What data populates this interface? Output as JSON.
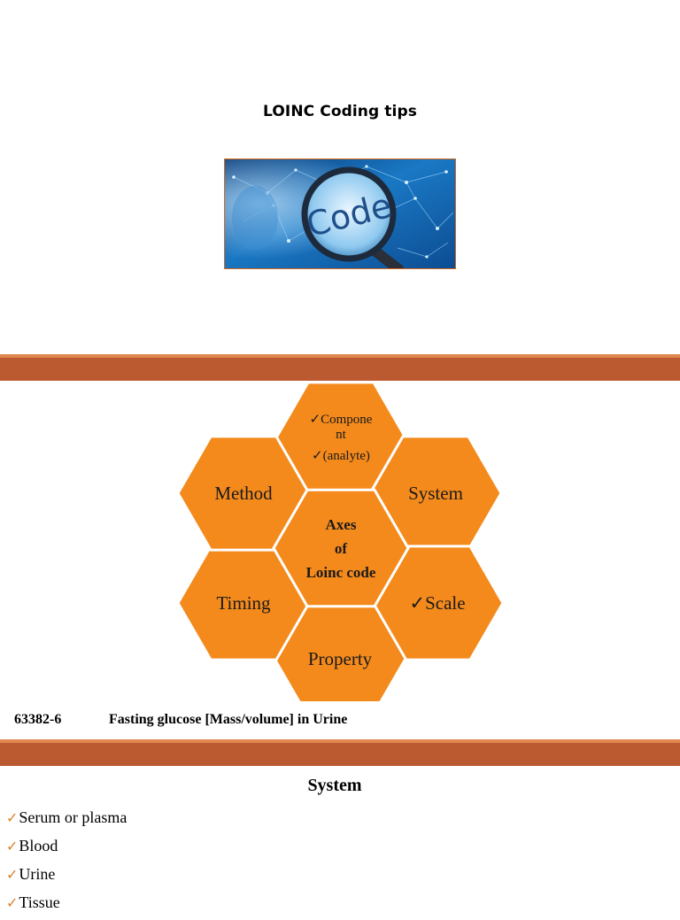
{
  "slide1": {
    "title": "LOINC Coding tips",
    "image": {
      "word": "Code",
      "icon": "magnifying-glass-icon"
    }
  },
  "diagram": {
    "center": {
      "line1": "Axes",
      "line2": "of",
      "line3": "Loinc code"
    },
    "axes": {
      "component": {
        "line1": "Compone",
        "line2": "nt",
        "line3": "(analyte)"
      },
      "system": "System",
      "scale": "Scale",
      "property": "Property",
      "timing": "Timing",
      "method": "Method"
    },
    "colors": {
      "hex_fill": "#f48a1c",
      "hex_stroke": "#ffffff",
      "connector": "#f2d2c6",
      "band": "#bb5930"
    }
  },
  "example": {
    "code": "63382-6",
    "name": "Fasting glucose [Mass/volume] in Urine"
  },
  "system_section": {
    "heading": "System",
    "items": [
      "Serum or plasma",
      "Blood",
      "Urine",
      "Tissue"
    ]
  }
}
